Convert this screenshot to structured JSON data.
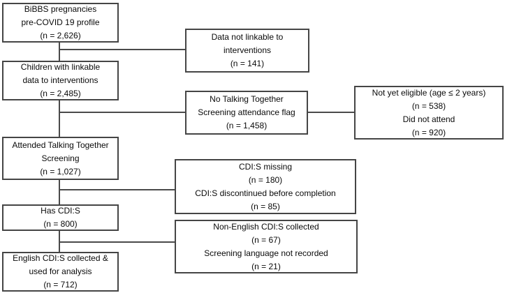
{
  "diagram": {
    "colors": {
      "box_border": "#454545",
      "connector": "#4a4a4a",
      "background": "#ffffff",
      "text": "#0a0a0a"
    },
    "boxes": {
      "bibbs": {
        "lines": [
          "BiBBS pregnancies",
          "pre-COVID 19 profile",
          "(n = 2,626)"
        ]
      },
      "linkable": {
        "lines": [
          "Children with linkable",
          "data to interventions",
          "(n = 2,485)"
        ]
      },
      "attended": {
        "lines": [
          "Attended Talking Together",
          "Screening",
          "(n = 1,027)"
        ]
      },
      "has_cdis": {
        "lines": [
          "Has CDI:S",
          "(n = 800)"
        ]
      },
      "english": {
        "lines": [
          "English CDI:S collected &",
          "used for analysis",
          "(n = 712)"
        ]
      },
      "not_linkable": {
        "lines": [
          "Data not linkable to",
          "interventions",
          "(n = 141)"
        ]
      },
      "no_flag": {
        "lines": [
          "No Talking Together",
          "Screening attendance flag",
          "(n = 1,458)"
        ]
      },
      "not_eligible": {
        "lines": [
          "Not yet eligible (age ≤ 2 years)",
          "(n = 538)",
          "Did not attend",
          "(n = 920)"
        ]
      },
      "cdis_missing": {
        "lines": [
          "CDI:S missing",
          "(n = 180)",
          "CDI:S discontinued before completion",
          "(n = 85)"
        ]
      },
      "non_english": {
        "lines": [
          "Non-English CDI:S collected",
          "(n = 67)",
          "Screening language not recorded",
          "(n = 21)"
        ]
      }
    }
  }
}
